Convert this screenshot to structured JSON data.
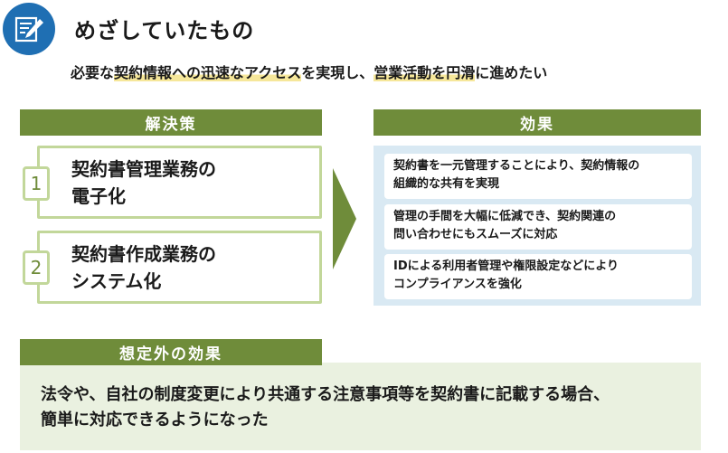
{
  "header": {
    "icon": "document-pencil-icon",
    "title": "めざしていたもの",
    "goal": {
      "part1": "必要な",
      "hl1": "契約情報への迅速なアクセス",
      "part2": "を実現し、",
      "hl2": "営業活動を円滑",
      "part3": "に進めたい"
    }
  },
  "solutions": {
    "header": "解決策",
    "items": [
      {
        "number": "1",
        "line1": "契約書管理業務の",
        "line2": "電子化"
      },
      {
        "number": "2",
        "line1": "契約書作成業務の",
        "line2": "システム化"
      }
    ]
  },
  "arrow_icon": "right-triangle-arrow-icon",
  "effects": {
    "header": "効果",
    "items": [
      {
        "line1": "契約書を一元管理することにより、契約情報の",
        "line2": "組織的な共有を実現"
      },
      {
        "line1": "管理の手間を大幅に低減でき、契約関連の",
        "line2": "問い合わせにもスムーズに対応"
      },
      {
        "line1": "IDによる利用者管理や権限設定などにより",
        "line2": "コンプライアンスを強化"
      }
    ]
  },
  "unexpected": {
    "header": "想定外の効果",
    "line1": "法令や、自社の制度変更により共通する注意事項等を契約書に記載する場合、",
    "line2": "簡単に対応できるようになった"
  },
  "colors": {
    "header_icon_bg": "#1f6fb3",
    "section_header": "#6f8c3a",
    "solution_border": "#c2d79a",
    "effects_bg": "#d9e9f3",
    "unexpected_bg": "#eaf1e0",
    "highlight": "#f6e79a"
  }
}
